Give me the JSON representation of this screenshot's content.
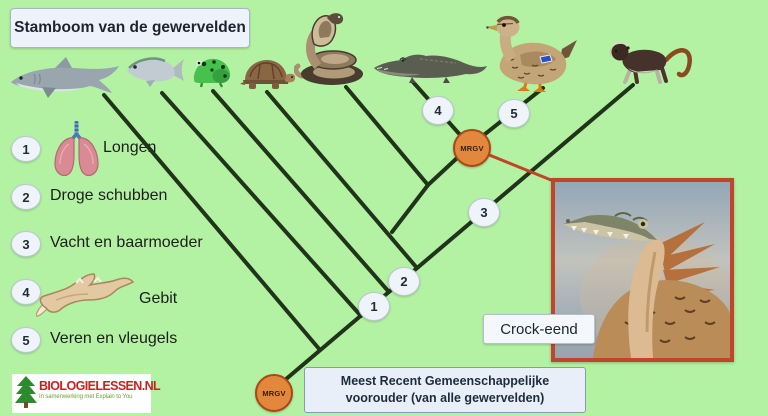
{
  "title": "Stamboom van de gewervelden",
  "legend": {
    "items": [
      {
        "number": "1",
        "label": "Longen",
        "icon": "lungs-icon"
      },
      {
        "number": "2",
        "label": "Droge schubben"
      },
      {
        "number": "3",
        "label": "Vacht en baarmoeder"
      },
      {
        "number": "4",
        "label": "Gebit",
        "icon": "jawbone-icon"
      },
      {
        "number": "5",
        "label": "Veren en vleugels"
      }
    ]
  },
  "tree": {
    "trait_nodes": [
      {
        "number": "1"
      },
      {
        "number": "2"
      },
      {
        "number": "3"
      },
      {
        "number": "4"
      },
      {
        "number": "5"
      }
    ],
    "ancestors": [
      {
        "label": "MRGV"
      },
      {
        "label": "MRGV"
      }
    ],
    "animals": [
      {
        "name": "shark"
      },
      {
        "name": "fish"
      },
      {
        "name": "frog"
      },
      {
        "name": "turtle"
      },
      {
        "name": "snake"
      },
      {
        "name": "crocodile"
      },
      {
        "name": "duck"
      },
      {
        "name": "monkey"
      }
    ]
  },
  "hybrid": {
    "label": "Crock-eend"
  },
  "root_caption": {
    "line1": "Meest Recent Gemeenschappelijke",
    "line2": "voorouder (van alle gewervelden)"
  },
  "logo": {
    "name": "BIOLOGIELESSEN.NL",
    "tagline": "In samenwerking met Explain to You"
  },
  "colors": {
    "background": "#b4f2a3",
    "branch_line": "#203419",
    "ancestor_node": "#e2873b",
    "highlight_red": "#c2442a",
    "panel": "#eef3fb"
  }
}
